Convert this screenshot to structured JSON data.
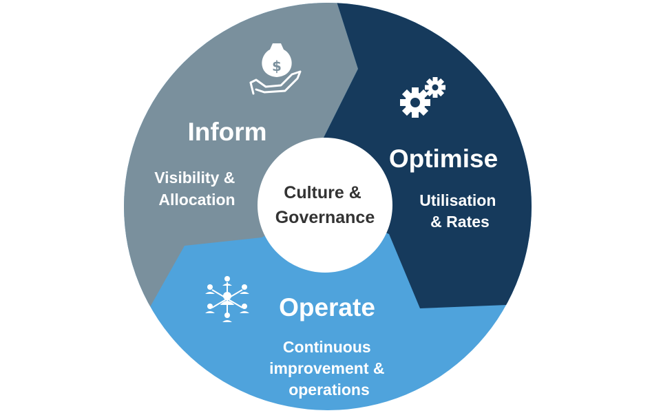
{
  "segments": {
    "inform": {
      "title": "Inform",
      "subtitle_lines": [
        "Visibility &",
        "Allocation"
      ],
      "icon": "money-bag-hand-icon",
      "color": "#7a909d"
    },
    "optimise": {
      "title": "Optimise",
      "subtitle_lines": [
        "Utilisation",
        "& Rates"
      ],
      "icon": "gears-icon",
      "color": "#163a5c"
    },
    "operate": {
      "title": "Operate",
      "subtitle_lines": [
        "Continuous",
        "improvement &",
        "operations"
      ],
      "icon": "people-network-icon",
      "color": "#4fa3dc"
    }
  },
  "center": {
    "lines": [
      "Culture &",
      "Governance"
    ],
    "color": "#ffffff",
    "text_color": "#333333"
  }
}
